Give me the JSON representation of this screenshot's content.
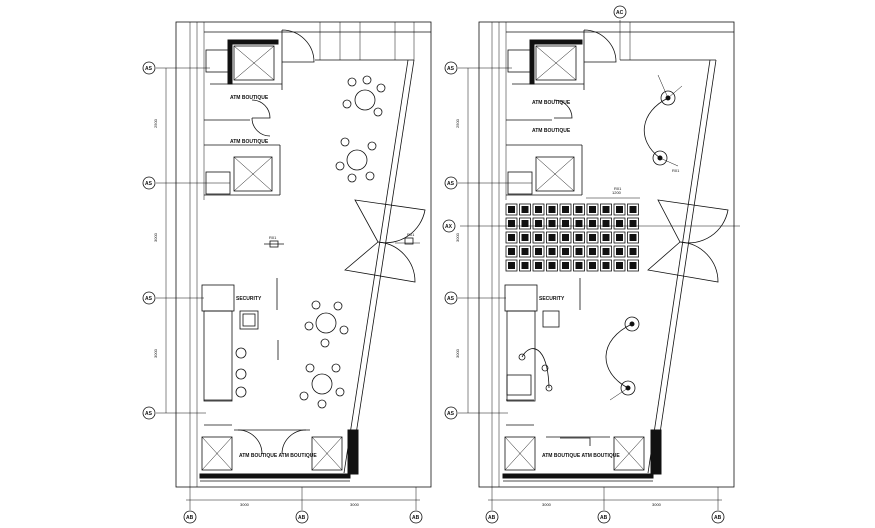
{
  "drawing": {
    "labels": {
      "atm_boutique": "ATM BOUTIQUE",
      "security": "SECURITY",
      "atm_pair": "ATM BOUTIQUE ATM BOUTIQUE"
    },
    "grid_tags": {
      "row": "AS",
      "col": "AB",
      "top": "AC",
      "side": "AX"
    },
    "dimensions": {
      "v1": "2500",
      "v2": "3000",
      "v3": "3000",
      "h1": "3000",
      "h2": "3000"
    },
    "marks": {
      "elev_a": "R01",
      "elev_b": "R01",
      "ceil": "1200"
    }
  }
}
